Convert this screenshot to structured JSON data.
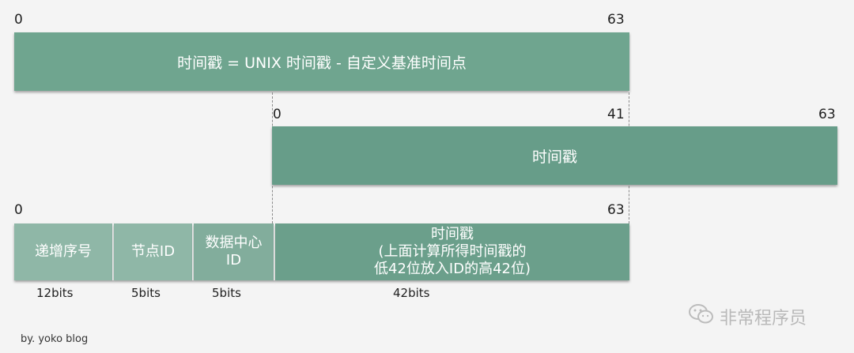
{
  "row1": {
    "start": "0",
    "end": "63",
    "label": "时间戳 = UNIX 时间戳 - 自定义基准时间点"
  },
  "row2": {
    "start": "0",
    "mid": "41",
    "end": "63",
    "label": "时间戳"
  },
  "row3": {
    "start": "0",
    "end": "63",
    "segments": [
      {
        "label": "递增序号",
        "bits": "12bits"
      },
      {
        "label": "节点ID",
        "bits": "5bits"
      },
      {
        "label_line1": "数据中心",
        "label_line2": "ID",
        "bits": "5bits"
      },
      {
        "label_line1": "时间戳",
        "label_line2": "(上面计算所得时间戳的",
        "label_line3": "低42位放入ID的高42位)",
        "bits": "42bits"
      }
    ]
  },
  "footer": {
    "credit": "by. yoko blog"
  },
  "watermark": {
    "text": "非常程序员",
    "icon": "wechat-icon"
  },
  "colors": {
    "bar": "#6fa58f",
    "seg_light": "#8fb7a7",
    "seg_dark": "#6b9f8b",
    "background": "#f4f4f4"
  }
}
